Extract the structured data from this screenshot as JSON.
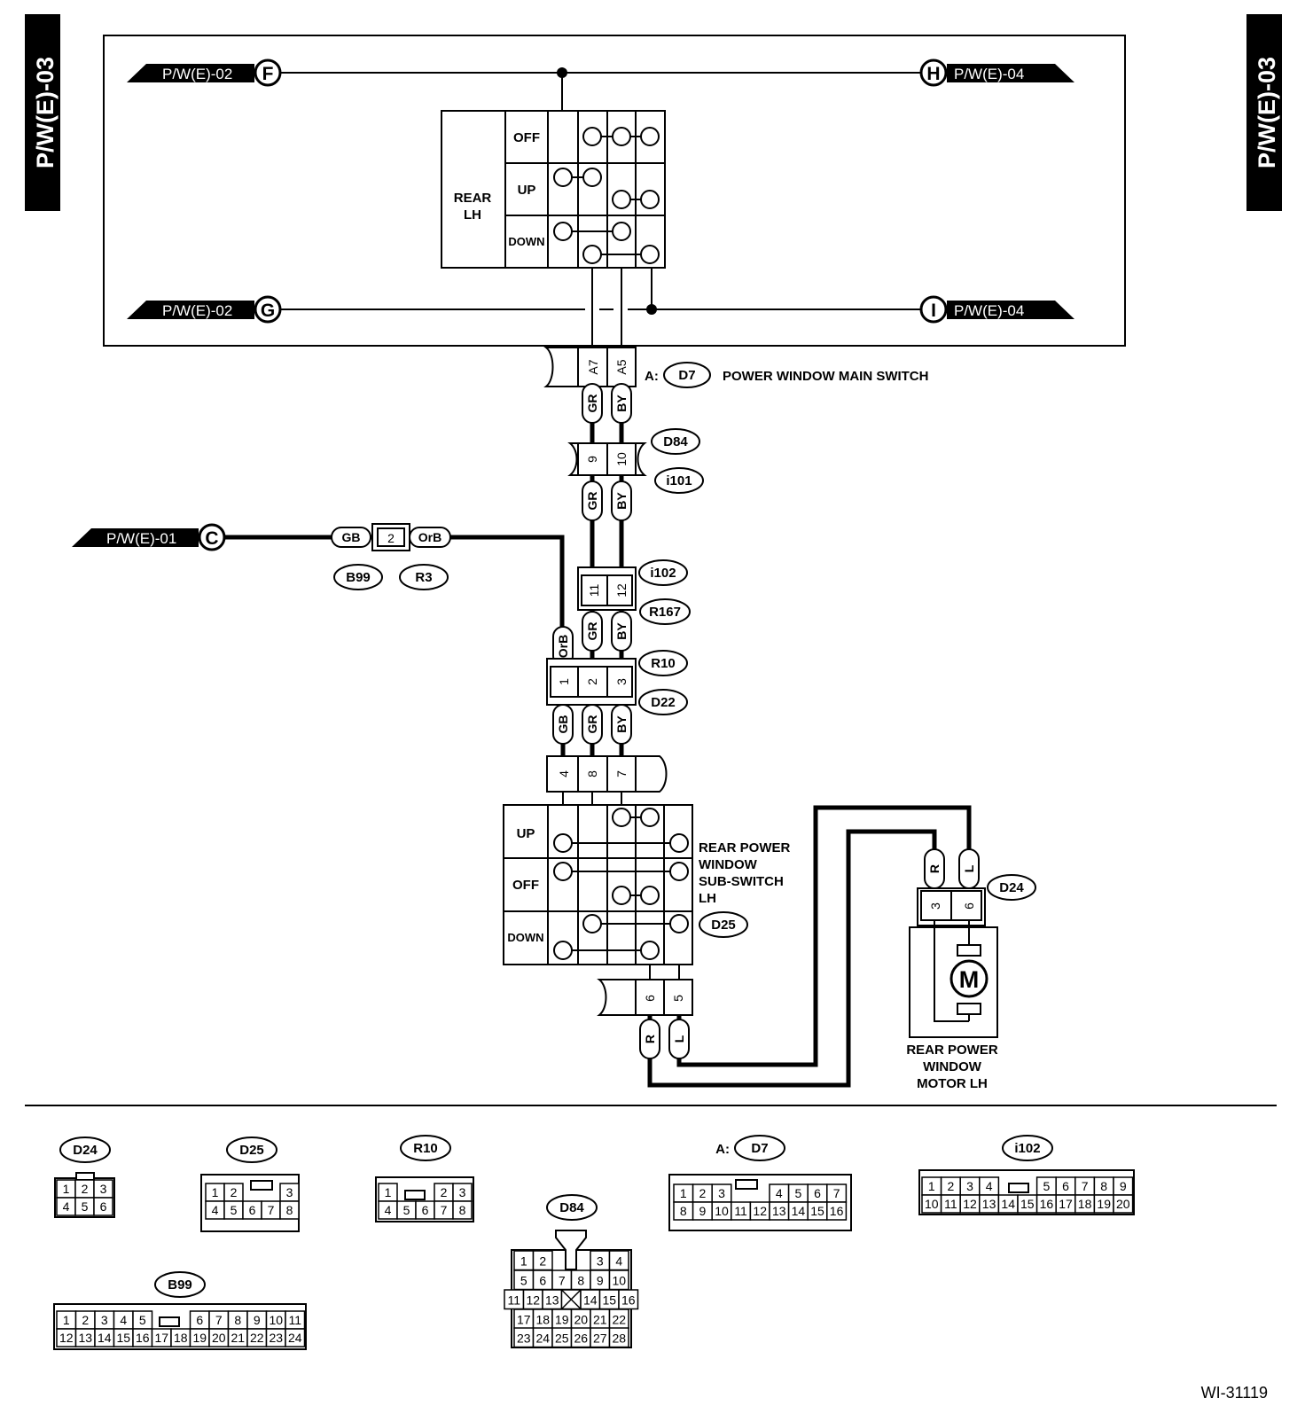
{
  "side_tab": {
    "left": "P/W(E)-03",
    "right": "P/W(E)-03"
  },
  "refs": {
    "f": {
      "page": "P/W(E)-02",
      "letter": "F"
    },
    "g": {
      "page": "P/W(E)-02",
      "letter": "G"
    },
    "h": {
      "page": "P/W(E)-04",
      "letter": "H"
    },
    "i": {
      "page": "P/W(E)-04",
      "letter": "I"
    },
    "c": {
      "page": "P/W(E)-01",
      "letter": "C"
    }
  },
  "main_switch": {
    "name_line1": "REAR",
    "name_line2": "LH",
    "rows": [
      "OFF",
      "UP",
      "DOWN"
    ],
    "connector_prefix": "A:",
    "connector": "D7",
    "label": "POWER WINDOW MAIN SWITCH",
    "pins": [
      "A7",
      "A5"
    ]
  },
  "wires": {
    "gr": "GR",
    "by": "BY",
    "gb": "GB",
    "orb": "OrB",
    "r": "R",
    "l": "L"
  },
  "connectors": {
    "d84": "D84",
    "i101": "i101",
    "i102": "i102",
    "r167": "R167",
    "r10": "R10",
    "d22": "D22",
    "d25": "D25",
    "d24": "D24",
    "b99": "B99",
    "r3": "R3",
    "d7": "D7"
  },
  "pins": {
    "d84_i101": [
      "9",
      "10"
    ],
    "i102_r167": [
      "11",
      "12"
    ],
    "r10_d22": [
      "1",
      "2",
      "3"
    ],
    "sub_in": [
      "4",
      "8",
      "7"
    ],
    "sub_out": [
      "6",
      "5"
    ],
    "motor": [
      "3",
      "6"
    ],
    "joint_b99_r3": "2"
  },
  "sub_switch": {
    "rows": [
      "UP",
      "OFF",
      "DOWN"
    ],
    "label": [
      "REAR POWER",
      "WINDOW",
      "SUB-SWITCH",
      "LH"
    ]
  },
  "motor": {
    "symbol": "M",
    "label": [
      "REAR POWER",
      "WINDOW",
      "MOTOR LH"
    ]
  },
  "connector_views": {
    "d24": {
      "name": "D24",
      "rows": [
        [
          "1",
          "2",
          "3"
        ],
        [
          "4",
          "5",
          "6"
        ]
      ]
    },
    "d25": {
      "name": "D25",
      "rows": [
        [
          "1",
          "2",
          "3"
        ],
        [
          "4",
          "5",
          "6",
          "7",
          "8"
        ]
      ]
    },
    "r10": {
      "name": "R10",
      "rows": [
        [
          "1",
          "2",
          "3"
        ],
        [
          "4",
          "5",
          "6",
          "7",
          "8"
        ]
      ]
    },
    "d84": {
      "name": "D84",
      "rows": [
        [
          "1",
          "2",
          "3",
          "4"
        ],
        [
          "5",
          "6",
          "7",
          "8",
          "9",
          "10"
        ],
        [
          "11",
          "12",
          "13",
          "14",
          "15",
          "16"
        ],
        [
          "17",
          "18",
          "19",
          "20",
          "21",
          "22"
        ],
        [
          "23",
          "24",
          "25",
          "26",
          "27",
          "28"
        ]
      ]
    },
    "d7": {
      "prefix": "A:",
      "name": "D7",
      "rows": [
        [
          "1",
          "2",
          "3",
          "4",
          "5",
          "6",
          "7"
        ],
        [
          "8",
          "9",
          "10",
          "11",
          "12",
          "13",
          "14",
          "15",
          "16"
        ]
      ]
    },
    "i102": {
      "name": "i102",
      "rows": [
        [
          "1",
          "2",
          "3",
          "4",
          "5",
          "6",
          "7",
          "8",
          "9"
        ],
        [
          "10",
          "11",
          "12",
          "13",
          "14",
          "15",
          "16",
          "17",
          "18",
          "19",
          "20"
        ]
      ]
    },
    "b99": {
      "name": "B99",
      "rows": [
        [
          "1",
          "2",
          "3",
          "4",
          "5",
          "6",
          "7",
          "8",
          "9",
          "10",
          "11"
        ],
        [
          "12",
          "13",
          "14",
          "15",
          "16",
          "17",
          "18",
          "19",
          "20",
          "21",
          "22",
          "23",
          "24"
        ]
      ]
    }
  },
  "figure_id": "WI-31119"
}
